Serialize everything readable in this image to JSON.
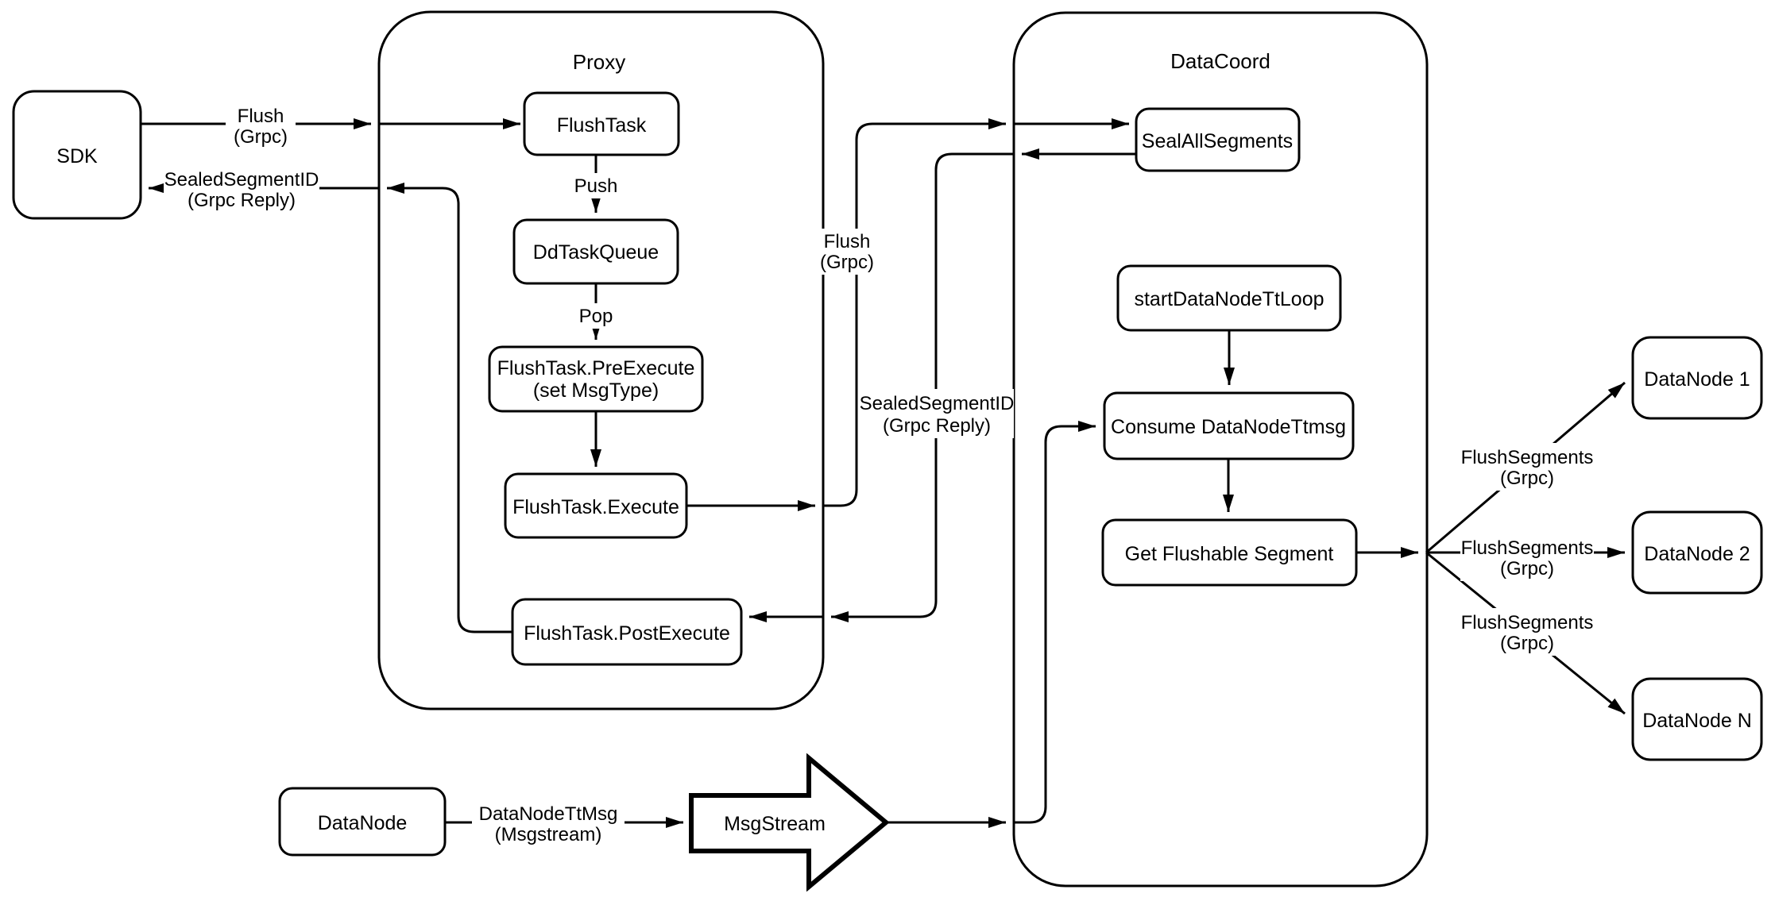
{
  "diagram": {
    "colors": {
      "stroke": "#000000",
      "background": "#ffffff"
    },
    "containers": {
      "proxy": {
        "title": "Proxy"
      },
      "datacoord": {
        "title": "DataCoord"
      }
    },
    "nodes": {
      "sdk": {
        "label": "SDK"
      },
      "flush_task": {
        "label": "FlushTask"
      },
      "dd_task_queue": {
        "label": "DdTaskQueue"
      },
      "pre_execute": {
        "line1": "FlushTask.PreExecute",
        "line2": "(set MsgType)"
      },
      "execute": {
        "label": "FlushTask.Execute"
      },
      "post_execute": {
        "label": "FlushTask.PostExecute"
      },
      "seal_all_segments": {
        "label": "SealAllSegments"
      },
      "start_datanode_tt_loop": {
        "label": "startDataNodeTtLoop"
      },
      "consume_datanode_ttmsg": {
        "label": "Consume DataNodeTtmsg"
      },
      "get_flushable_segment": {
        "label": "Get Flushable Segment"
      },
      "datanode_1": {
        "label": "DataNode 1"
      },
      "datanode_2": {
        "label": "DataNode 2"
      },
      "datanode_n": {
        "label": "DataNode N"
      },
      "datanode_source": {
        "label": "DataNode"
      },
      "msgstream": {
        "label": "MsgStream"
      }
    },
    "edge_labels": {
      "flush_sdk_proxy": {
        "line1": "Flush",
        "line2": "(Grpc)"
      },
      "sealed_segment_sdk": {
        "line1": "SealedSegmentID",
        "line2": "(Grpc Reply)"
      },
      "push": {
        "label": "Push"
      },
      "pop": {
        "label": "Pop"
      },
      "flush_proxy_datacoord": {
        "line1": "Flush",
        "line2": "(Grpc)"
      },
      "sealed_segment_datacoord": {
        "line1": "SealedSegmentID",
        "line2": "(Grpc Reply)"
      },
      "flush_segments_1": {
        "line1": "FlushSegments",
        "line2": "(Grpc)"
      },
      "flush_segments_2": {
        "line1": "FlushSegments",
        "line2": "(Grpc)"
      },
      "flush_segments_3": {
        "line1": "FlushSegments",
        "line2": "(Grpc)"
      },
      "datanode_ttmsg": {
        "line1": "DataNodeTtMsg",
        "line2": "(Msgstream)"
      }
    }
  }
}
